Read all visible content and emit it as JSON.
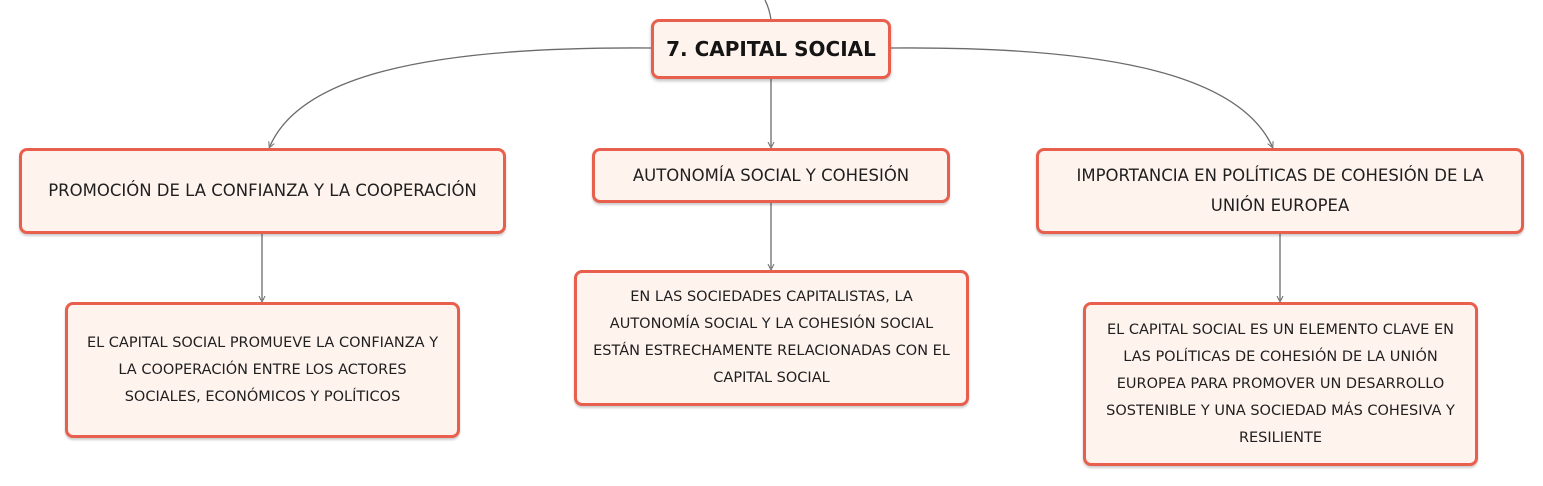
{
  "root": {
    "label": "7. CAPITAL SOCIAL"
  },
  "branches": [
    {
      "label": "PROMOCIÓN DE LA CONFIANZA Y LA COOPERACIÓN",
      "detail": "EL CAPITAL SOCIAL PROMUEVE LA CONFIANZA Y LA COOPERACIÓN ENTRE LOS ACTORES SOCIALES, ECONÓMICOS Y POLÍTICOS"
    },
    {
      "label": "AUTONOMÍA SOCIAL Y COHESIÓN",
      "detail": "EN LAS SOCIEDADES CAPITALISTAS, LA AUTONOMÍA SOCIAL Y LA COHESIÓN SOCIAL ESTÁN ESTRECHAMENTE RELACIONADAS CON EL CAPITAL SOCIAL"
    },
    {
      "label": "IMPORTANCIA EN POLÍTICAS DE COHESIÓN DE LA UNIÓN EUROPEA",
      "detail": "EL CAPITAL SOCIAL ES UN ELEMENTO CLAVE EN LAS POLÍTICAS DE COHESIÓN DE LA UNIÓN EUROPEA PARA PROMOVER UN DESARROLLO SOSTENIBLE Y UNA SOCIEDAD MÁS COHESIVA Y RESILIENTE"
    }
  ],
  "colors": {
    "node_border": "#e8604d",
    "node_fill": "#fff3ee",
    "connector": "#6b6b6b"
  }
}
